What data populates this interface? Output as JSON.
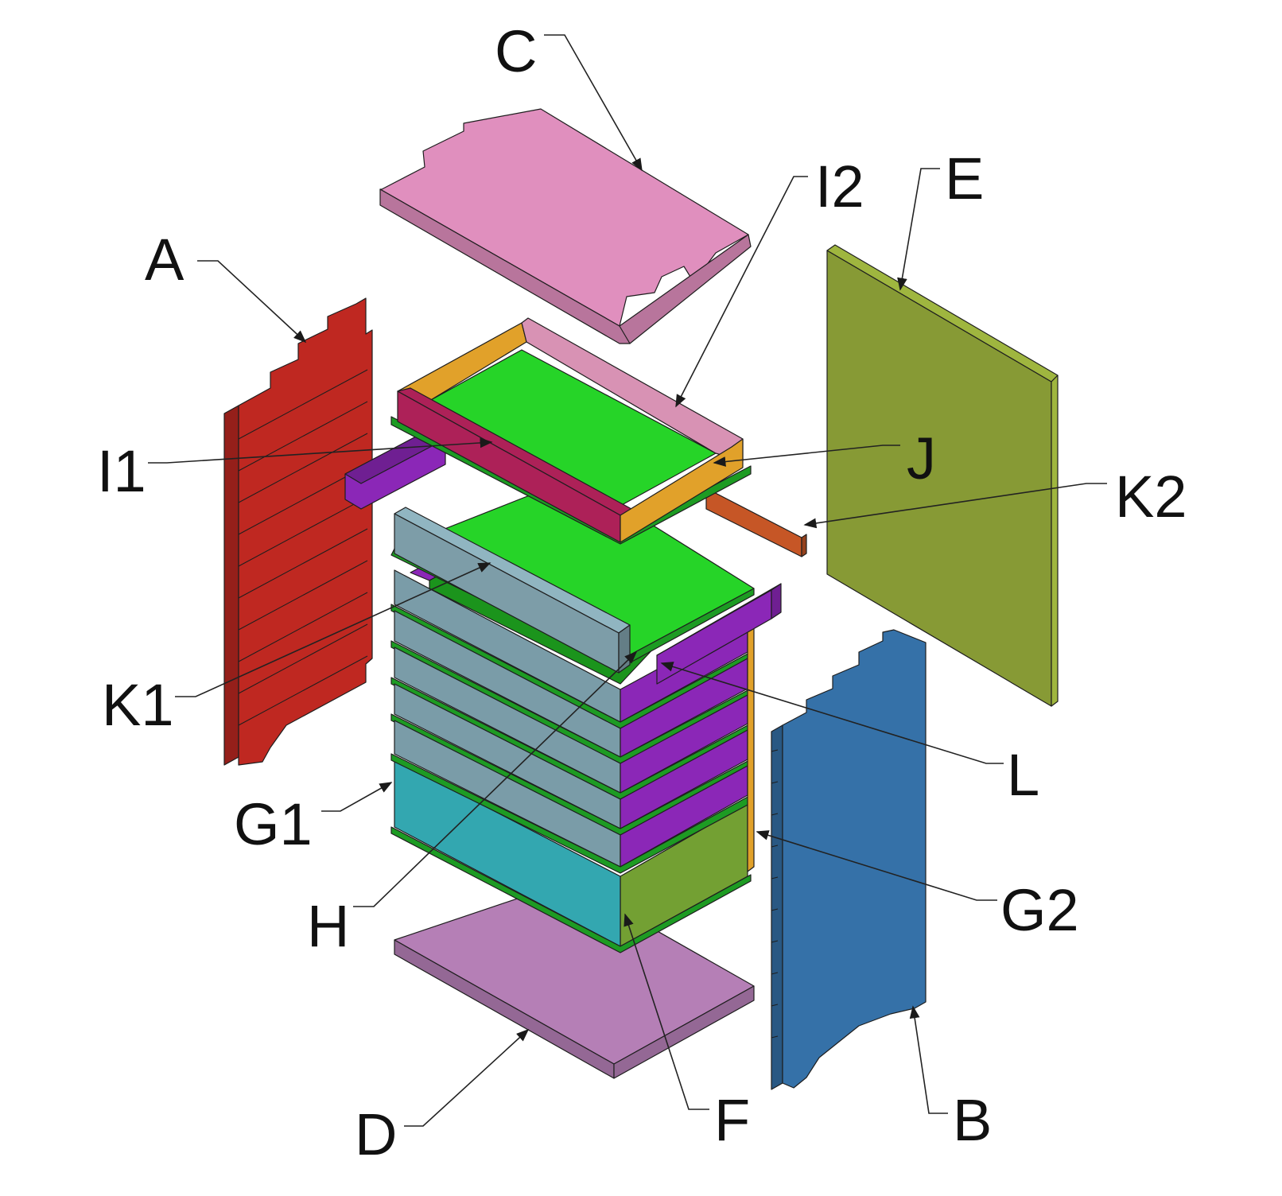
{
  "colors": {
    "top_panel_c": "#e08fbe",
    "bottom_panel_d": "#b57fb6",
    "left_panel_a": "#bf2821",
    "right_panel_b": "#3571a8",
    "back_panel_e": "#879a35",
    "tray_floor": "#26d428",
    "tray_rail_i1": "#ad2158",
    "tray_rail_i2": "#d892b4",
    "tray_end_j": "#e1a12a",
    "cross_bar_k1": "#7d9da8",
    "cross_bar_k2": "#c65626",
    "purple_bar": "#8b27b7",
    "drawer_front_g1": "#7a9ca8",
    "drawer_bottom_f": "#33a7b0",
    "back_module_f": "#73a033",
    "divider_h": "#1d9b23",
    "pointer_l": "#9a2dc4"
  },
  "labels": {
    "a": "A",
    "b": "B",
    "c": "C",
    "d": "D",
    "e": "E",
    "f": "F",
    "g1": "G1",
    "g2": "G2",
    "h": "H",
    "i1": "I1",
    "i2": "I2",
    "j": "J",
    "k1": "K1",
    "k2": "K2",
    "l": "L"
  }
}
